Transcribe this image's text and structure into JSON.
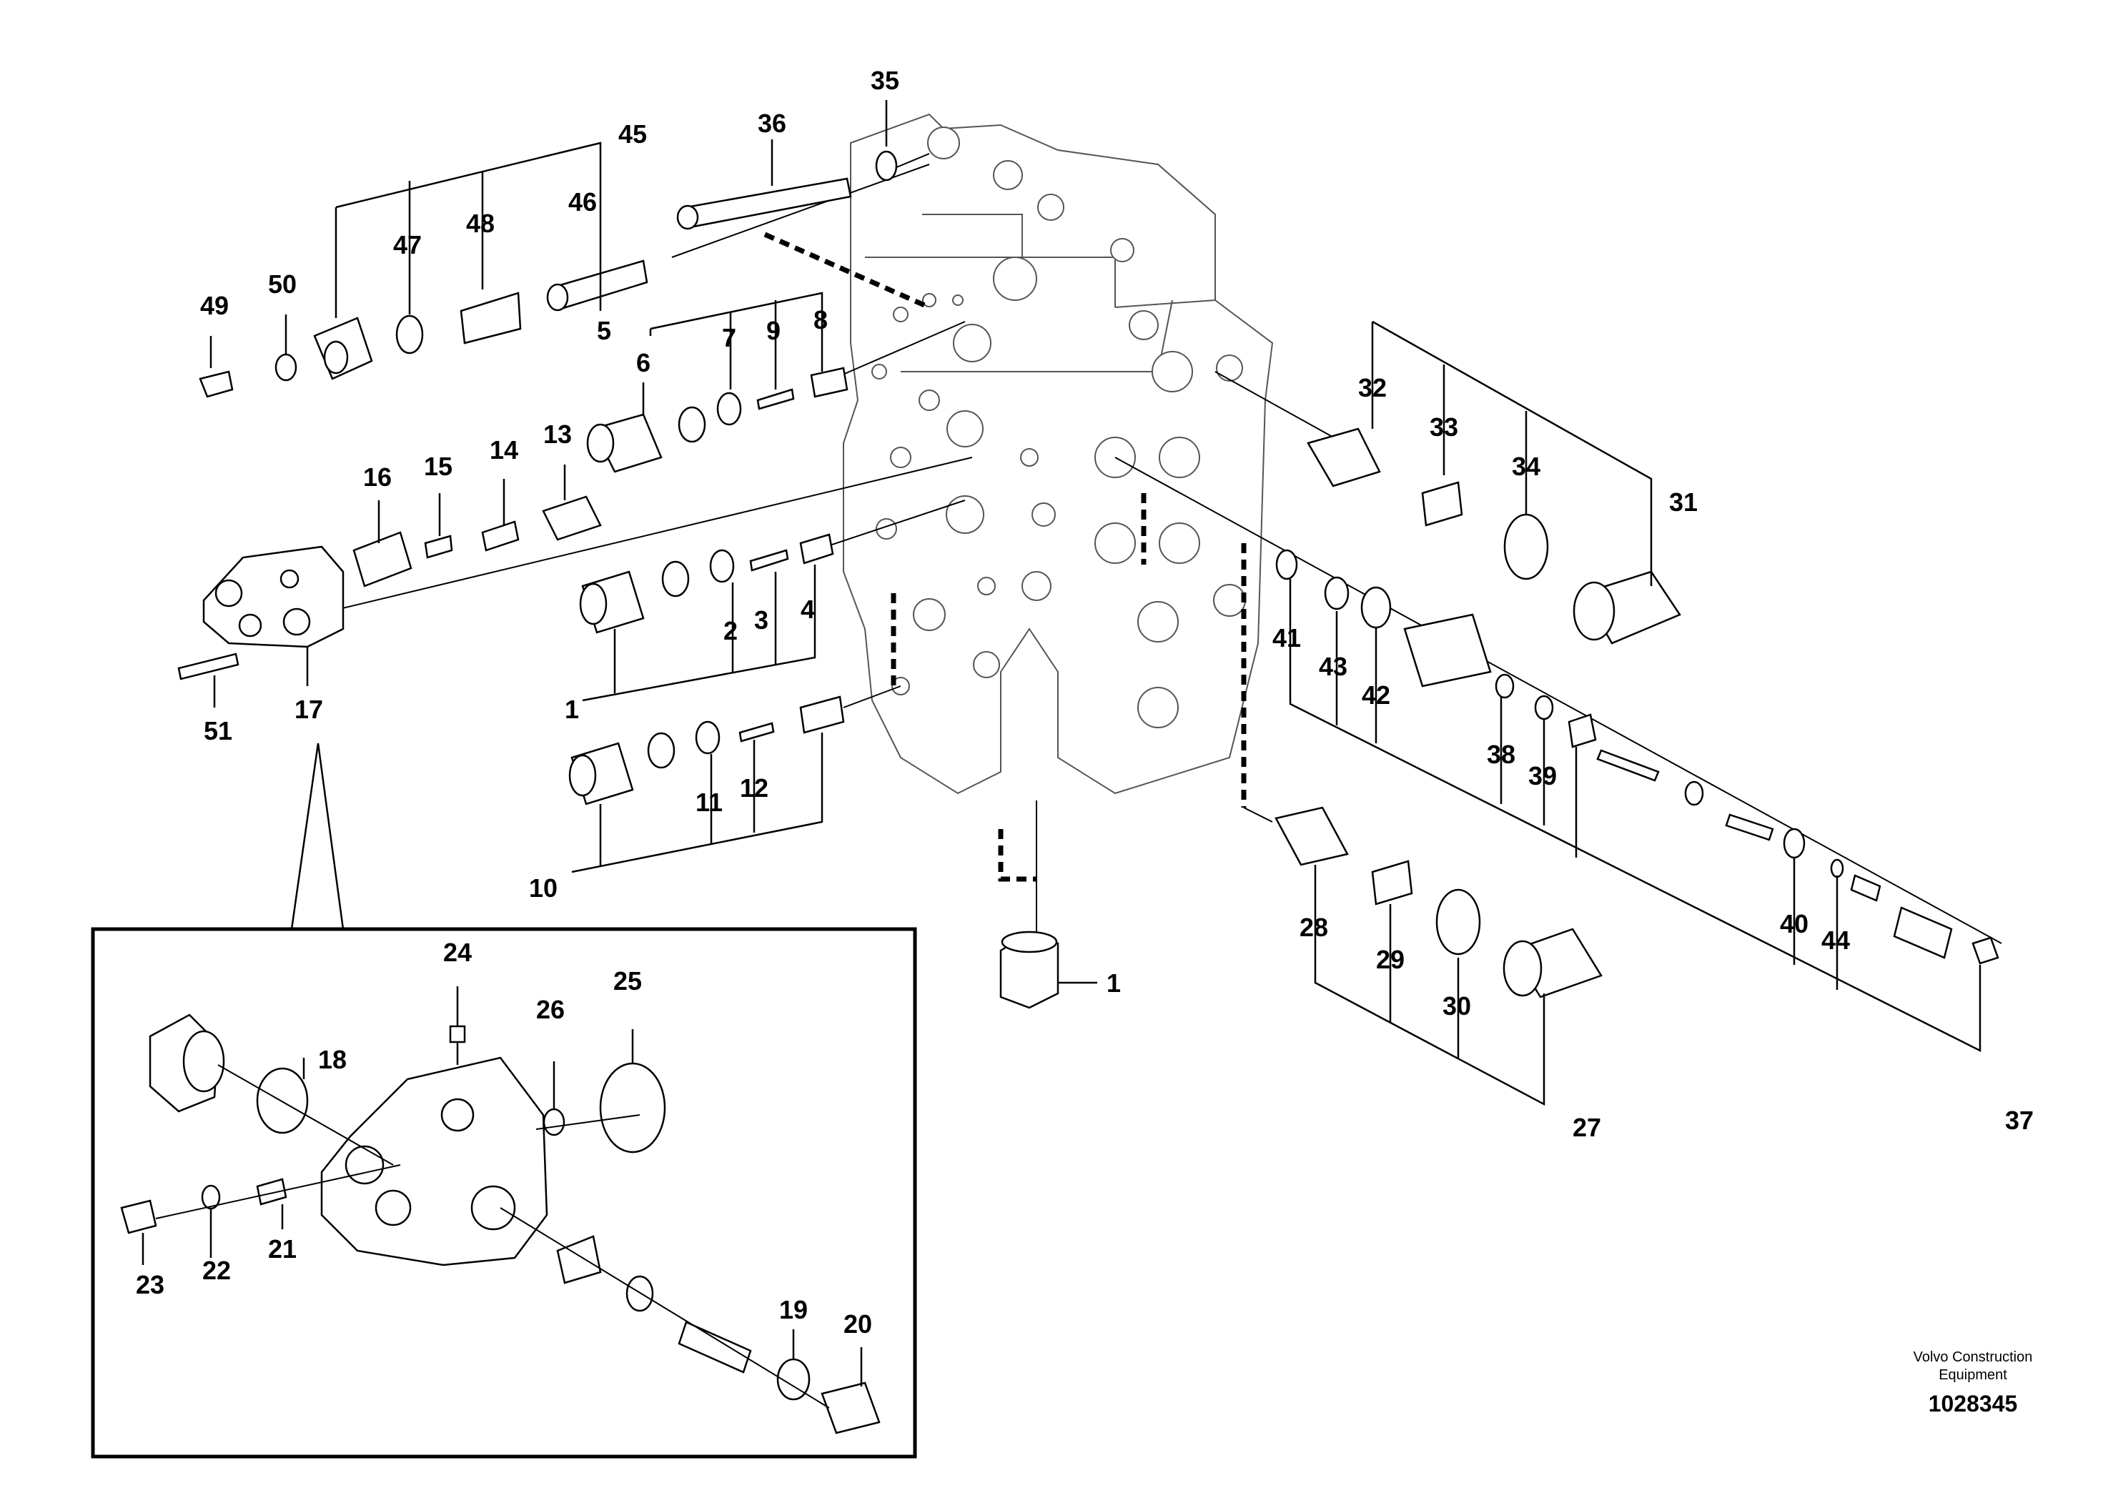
{
  "diagram": {
    "type": "exploded parts diagram",
    "callouts": [
      "1",
      "2",
      "3",
      "4",
      "5",
      "6",
      "7",
      "8",
      "9",
      "10",
      "11",
      "12",
      "13",
      "14",
      "15",
      "16",
      "17",
      "18",
      "19",
      "20",
      "21",
      "22",
      "23",
      "24",
      "25",
      "26",
      "27",
      "28",
      "29",
      "30",
      "31",
      "32",
      "33",
      "34",
      "35",
      "36",
      "37",
      "38",
      "39",
      "40",
      "41",
      "42",
      "43",
      "44",
      "45",
      "46",
      "47",
      "48",
      "49",
      "50",
      "51"
    ],
    "brand_line1": "Volvo Construction",
    "brand_line2": "Equipment",
    "document_number": "1028345"
  }
}
